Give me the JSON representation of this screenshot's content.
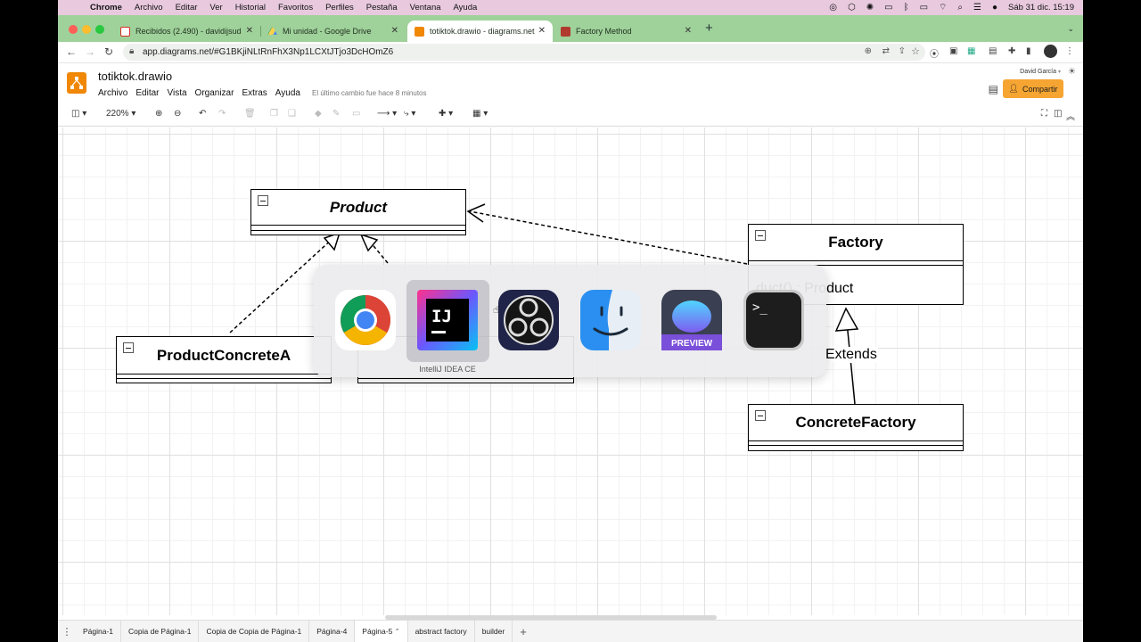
{
  "menubar": {
    "app_name": "Chrome",
    "items": [
      "Archivo",
      "Editar",
      "Ver",
      "Historial",
      "Favoritos",
      "Perfiles",
      "Pestaña",
      "Ventana",
      "Ayuda"
    ],
    "datetime": "Sáb 31 dic.  15:19"
  },
  "tabs": [
    {
      "title": "Recibidos (2.490) - davidijsud",
      "icon": "gmail-icon",
      "color": "#d93025"
    },
    {
      "title": "Mi unidad - Google Drive",
      "icon": "drive-icon",
      "color": "#1a73e8"
    },
    {
      "title": "totiktok.drawio - diagrams.net",
      "icon": "drawio-icon",
      "color": "#f08705"
    },
    {
      "title": "Factory Method",
      "icon": "refactoring-icon",
      "color": "#c0392b"
    }
  ],
  "address": {
    "url": "app.diagrams.net/#G1BKjiNLtRnFhX3Np1LCXtJTjo3DcHOmZ6"
  },
  "drawio": {
    "file_title": "totiktok.drawio",
    "menu": [
      "Archivo",
      "Editar",
      "Vista",
      "Organizar",
      "Extras",
      "Ayuda"
    ],
    "last_change": "El último cambio fue hace 8 minutos",
    "user": "David García",
    "share_label": "Compartir",
    "zoom": "220%"
  },
  "diagram": {
    "product": "Product",
    "factory": "Factory",
    "factory_method": "duct() : Product",
    "product_concrete_a": "ProductConcreteA",
    "concrete_factory": "ConcreteFactory",
    "extends_label": "Extends"
  },
  "switcher": {
    "apps": [
      "Google Chrome",
      "IntelliJ IDEA CE",
      "OBS",
      "Finder",
      "Preview",
      "Terminal"
    ],
    "selected_label": "IntelliJ IDEA CE",
    "preview_badge": "PREVIEW"
  },
  "pages": [
    "Página-1",
    "Copia de Página-1",
    "Copia de Copia de Página-1",
    "Página-4",
    "Página-5",
    "abstract factory",
    "builder"
  ],
  "active_page": "Página-5"
}
